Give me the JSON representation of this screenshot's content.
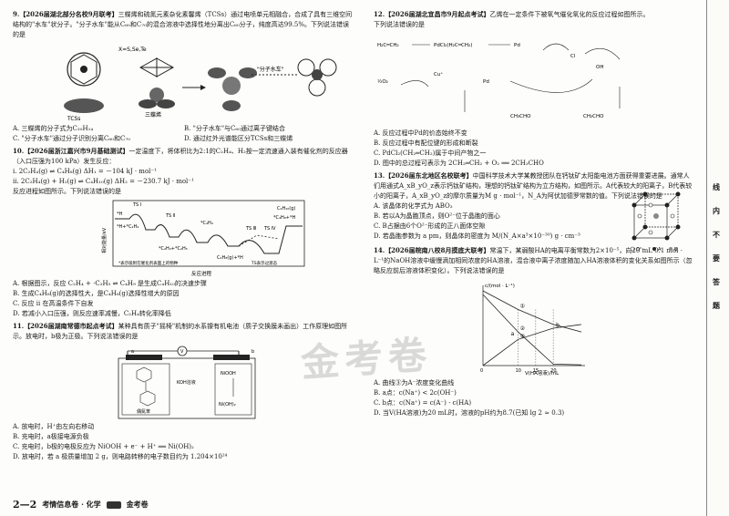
{
  "footer": {
    "page": "2—2",
    "title": "考情信息卷 · 化学",
    "brand": "金考卷"
  },
  "watermark": "金考卷",
  "sidebar": {
    "chars": [
      "线",
      "内",
      "不",
      "要",
      "答",
      "题"
    ]
  },
  "q9": {
    "head": "9.",
    "source": "【2026届湖北部分名校9月联考】",
    "text1": "三蝶烯和硫氮元素杂化素馨烯（TCSs）通过电喷单元相融合，合成了具有三维空间结构的\"水车\"状分子。\"分子水车\"能从C₆₀和C₇₀的混合溶液中选择性地分离出C₆₀分子，纯度高达99.5%。下列说法错误的是",
    "fig_labels": {
      "x": "X=S,Se,Te",
      "tcss": "TCSs",
      "sandie": "三蝶烯",
      "car": "\"分子水车\""
    },
    "A": "A. 三蝶烯的分子式为C₂₀H₁₄",
    "B": "B. \"分子水车\"与C₆₀通过离子键结合",
    "C": "C. \"分子水车\"通过分子识别分离C₆₀和C₇₀",
    "D": "D. 通过红外光谱能区分TCSs和三蝶烯"
  },
  "q10": {
    "head": "10.",
    "source": "【2026届浙江嘉兴市9月基础测试】",
    "text1": "一定温度下，将体积比为2:1的C₂H₄、H₂按一定流速通入装有催化剂的反应器（入口压强为100 kPa）发生反应：",
    "r1": "ⅰ. 2C₂H₄(g) ⇌ C₄H₈(g)    ΔH₁ = －104 kJ · mol⁻¹",
    "r2": "ⅱ. 2C₂H₄(g) + H₂(g) ⇌ C₄H₁₀(g)    ΔH₂ = －230.7 kJ · mol⁻¹",
    "text2": "反应进程如图所示。下列说法错误的是",
    "fig_labels": {
      "ylabel": "相对能量/eV",
      "xlabel": "反应进程",
      "ts1": "TS Ⅰ",
      "ts2": "TS Ⅱ",
      "ts3": "TS Ⅲ",
      "ts4": "TS Ⅳ",
      "p1": "*H",
      "p2": "*H+*C₂H₄",
      "p3": "*C₂H₄+*C₂H₅",
      "p4": "*C₄H₉",
      "p5": "*C₄H₈+*H",
      "p6": "C₄H₁₀(g)",
      "p7": "C₄H₈(g)+*H",
      "note1": "*表示吸附在催化剂表面上的物种",
      "note2": "TS表示过渡态"
    },
    "A": "A. 根据图示，反应 C₂H₄ + ·C₂H₅ ⇌ C₄H₉ 是生成C₄H₁₀的决速步骤",
    "B": "B. 生成C₄H₈(g)的选择性大，是C₄H₈(g)选择性增大的原因",
    "C": "C. 反应 ⅱ 在高温条件下自发",
    "D": "D. 若减小入口压强，则反应速率减慢，C₂H₄转化率降低"
  },
  "q11": {
    "head": "11.",
    "source": "【2026届湖南常德市起点考试】",
    "text1": "某种具有质子\"摇椅\"机制的水系镍有机电池（质子交换膜未画出）工作原理如图所示。放电时，b极为正极。下列说法错误的是",
    "fig_labels": {
      "a": "a",
      "b": "b",
      "v": "V",
      "koh": "KOH溶液",
      "niooh": "NiOOH",
      "nioh": "Ni(OH)₂",
      "azo": "偶氮苯"
    },
    "A": "A. 放电时，H⁺由左向右移动",
    "B": "B. 充电时，a极接电源负极",
    "C": "C. 充电时，b极的电极反应为 NiOOH + e⁻ + H⁺ ══ Ni(OH)₂",
    "D": "D. 放电时，若 a 极质量增加 2 g，则电路转移的电子数目约为 1.204×10²⁴"
  },
  "q12": {
    "head": "12.",
    "source": "【2026届湖北宜昌市9月起点考试】",
    "text1": "乙烯在一定条件下被氧气催化氧化的反应过程如图所示。",
    "text2": "下列说法错误的是",
    "A": "A. 反应过程中Pd的价态始终不变",
    "B": "B. 反应过程中有配位键的形成和断裂",
    "C": "C. PdCl₂(CH₂═CH₂)属于中间产物之一",
    "D": "D. 图中的总过程可表示为 2CH₂═CH₂ + O₂ ══ 2CH₃CHO",
    "fig_labels": {
      "c1": "H₂C═CH₂",
      "c2": "PdCl₂(H₂C═CH₂)",
      "c3": "CH₃CHO",
      "c4": "CH₂CHO",
      "c5": "½O₂",
      "c6": "Cu⁺",
      "c7": "Pd",
      "c8": "OH",
      "c9": "Cl"
    }
  },
  "q13": {
    "head": "13.",
    "source": "【2026届东北地区名校联考】",
    "text1": "中国科学技术大学某教授团队在钙钛矿太阳能电池方面获得重要进展。通常人们用通式A_xB_yO_z表示钙钛矿结构，理想的钙钛矿结构为立方结构，如图所示。A代表较大的阳离子，B代表较小的阳离子，A_xB_yO_z的摩尔质量为M g · mol⁻¹，N_A为阿伏加德罗常数的值。下列说法错误的是",
    "A": "A. 该晶体的化学式为 ABO₃",
    "B": "B. 若以A为晶胞顶点，则O²⁻位于晶胞的面心",
    "C": "C. B占据由6个O²⁻形成的正八面体空隙",
    "D": "D. 若晶胞参数为 a pm，则晶体的密度为 M/(N_A×a³×10⁻³⁰) g · cm⁻³",
    "legend": {
      "o": "O²⁻",
      "a": "A",
      "b": "B"
    }
  },
  "q14": {
    "head": "14.",
    "source": "【2026届皖南八校8月摸底大联考】",
    "text1": "常温下，某弱酸HA的电离平衡常数为2×10⁻⁵，向20 mL 0.1 mol · L⁻¹的NaOH溶液中缓慢滴加相同浓度的HA溶液，混合液中离子浓度随加入HA溶液体积的变化关系如图所示（忽略反应前后溶液体积变化）。下列说法错误的是",
    "A": "A. 曲线③为A⁻浓度变化曲线",
    "B": "B. a点：c(Na⁺) < 2c(OH⁻)",
    "C": "C. b点：c(Na⁺) = c(A⁻) · c(HA)",
    "D": "D. 当V(HA溶液)为20 mL时，溶液的pH约为8.7(已知 lg 2 ≈ 0.3)"
  },
  "chart_data": {
    "type": "line",
    "title": "",
    "ylabel": "c/(mol · L⁻¹)",
    "xlabel": "V(HA溶液)/mL",
    "x_ticks": [
      0,
      10,
      15,
      20
    ],
    "xlim": [
      0,
      28
    ],
    "curve_labels": [
      "①",
      "②",
      "③"
    ],
    "point_labels": [
      "a",
      "b"
    ],
    "series": [
      {
        "name": "①",
        "x": [
          0,
          10,
          20,
          28
        ],
        "y": [
          1.0,
          0.75,
          0.55,
          0.45
        ]
      },
      {
        "name": "②",
        "x": [
          0,
          10,
          20,
          28
        ],
        "y": [
          0.95,
          0.45,
          0.02,
          0.01
        ]
      },
      {
        "name": "③",
        "x": [
          0,
          10,
          20,
          28
        ],
        "y": [
          0.0,
          0.35,
          0.5,
          0.55
        ]
      }
    ]
  }
}
